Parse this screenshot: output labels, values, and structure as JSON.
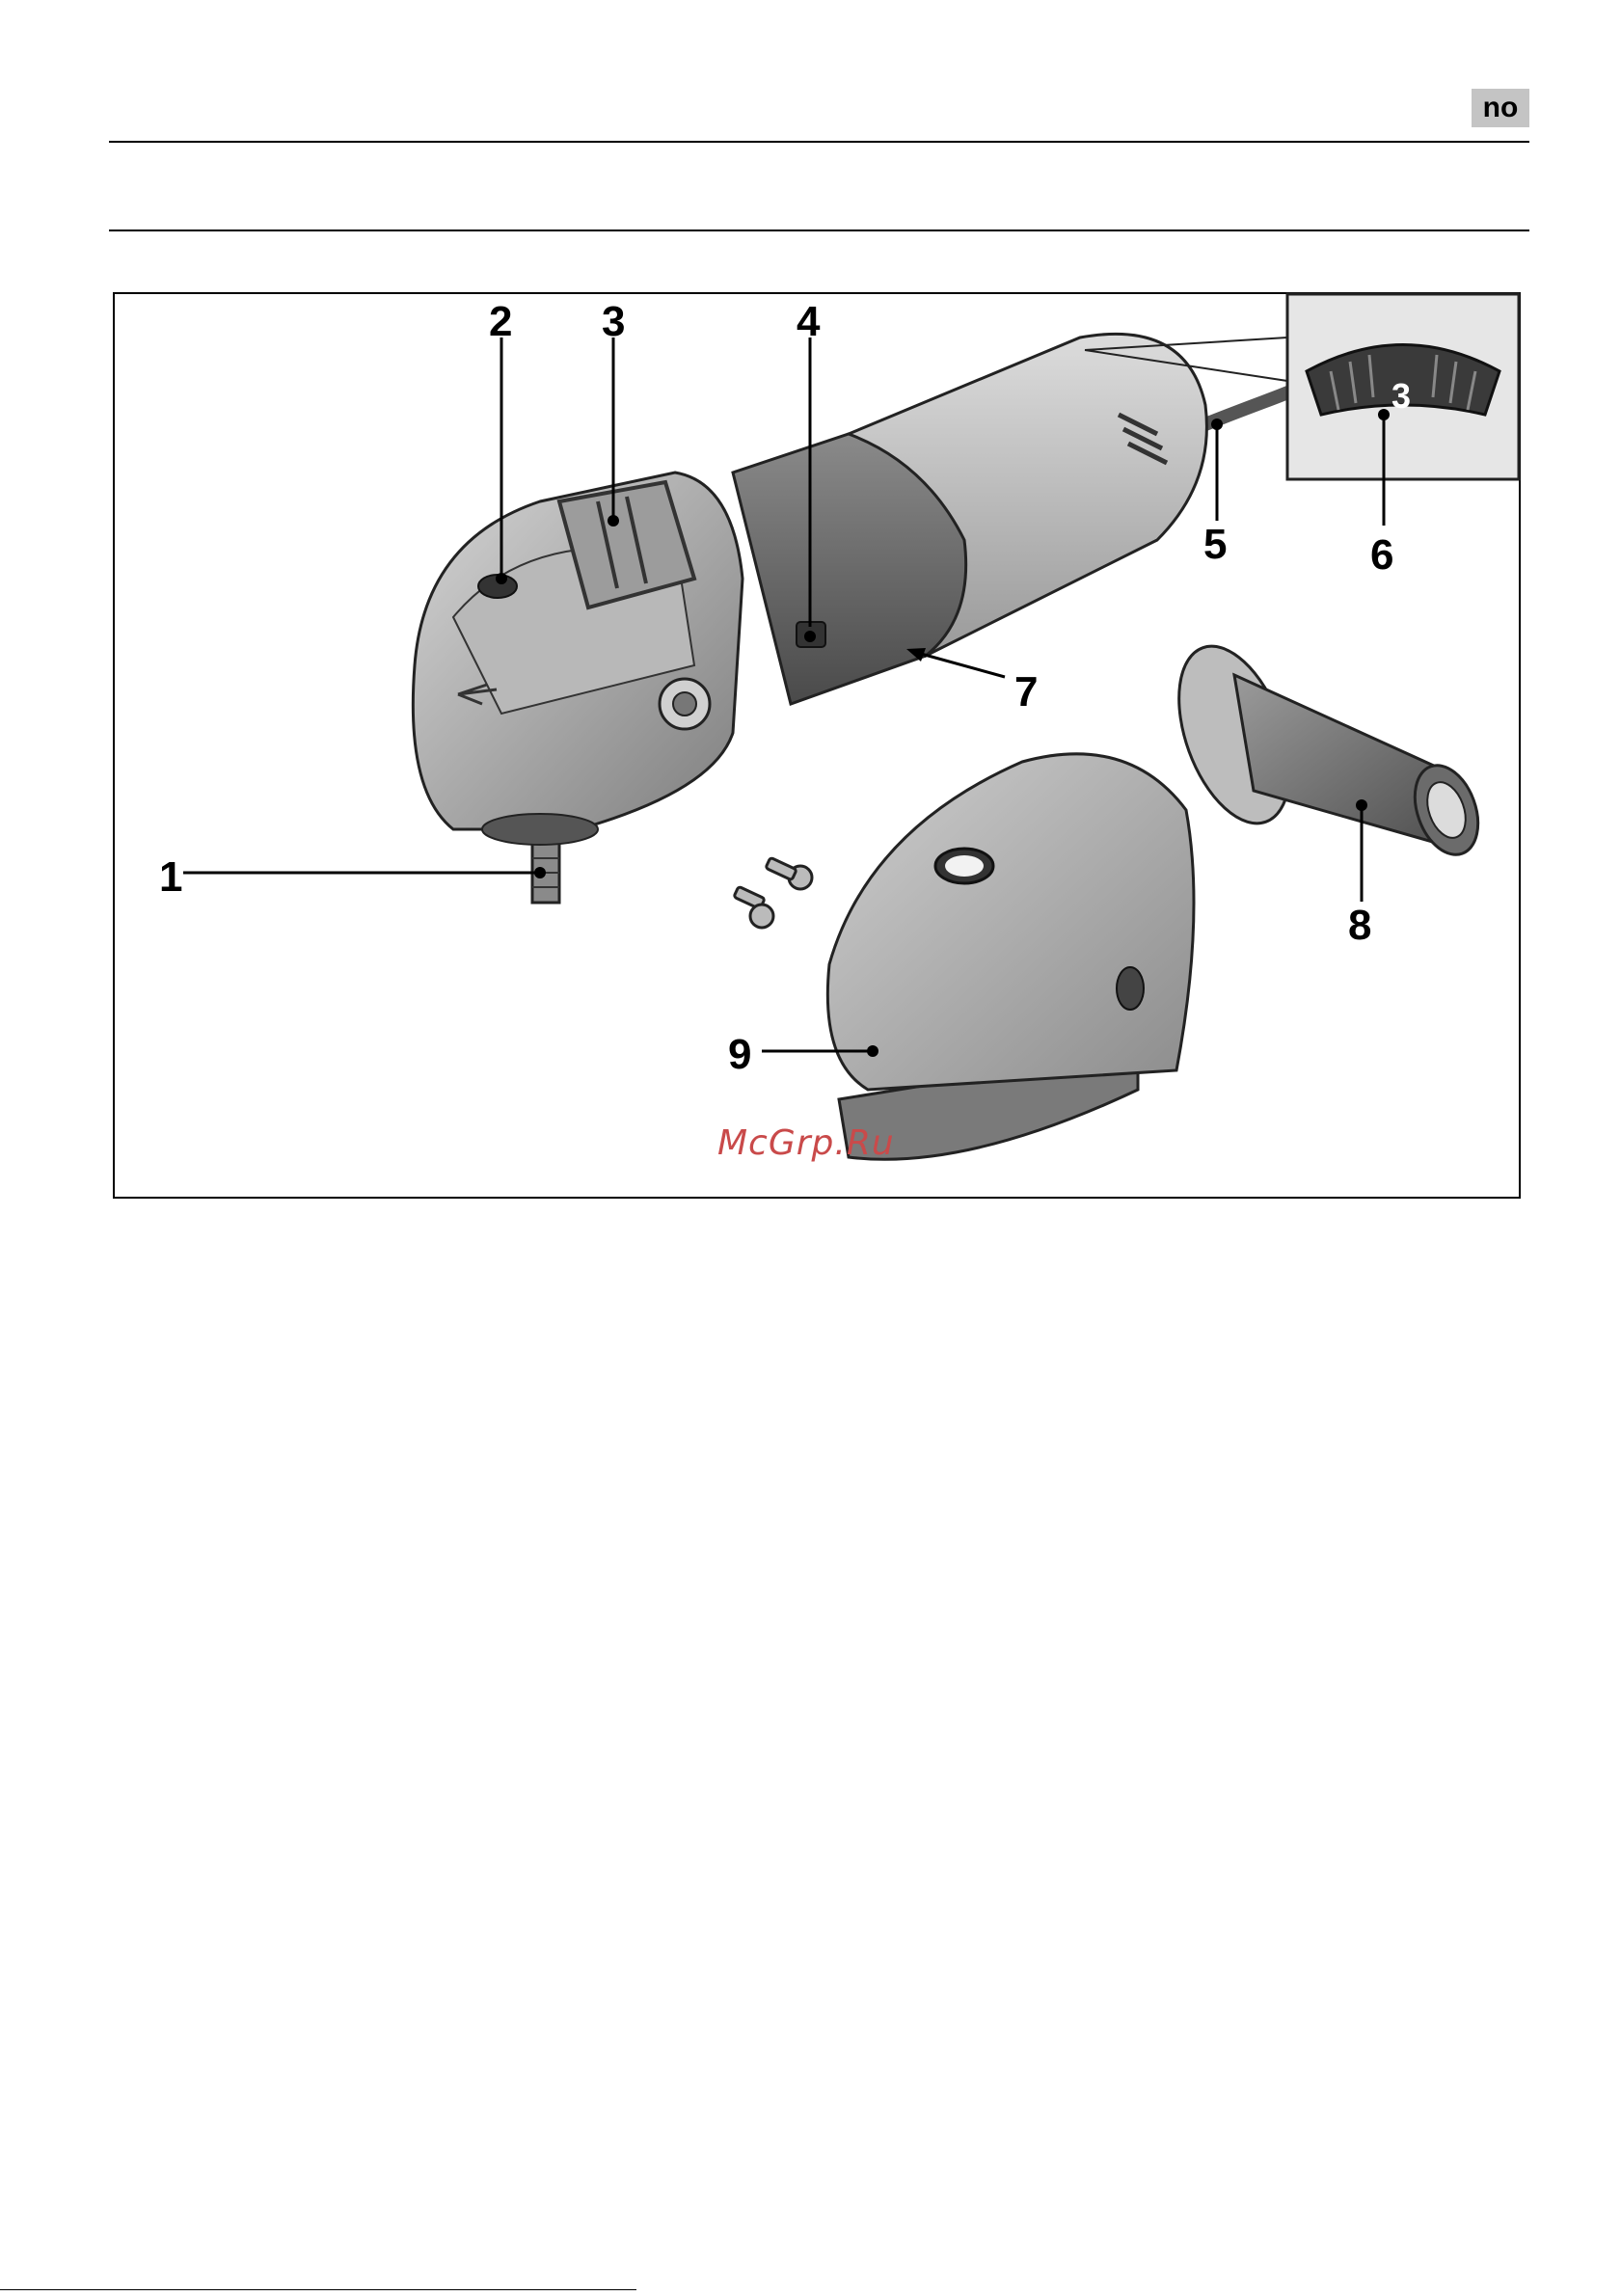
{
  "header": {
    "language_code": "no"
  },
  "figure": {
    "callouts": [
      "1",
      "2",
      "3",
      "4",
      "5",
      "6",
      "7",
      "8",
      "9"
    ],
    "inset_dial_value": "3"
  },
  "watermark": "McGrp.Ru"
}
